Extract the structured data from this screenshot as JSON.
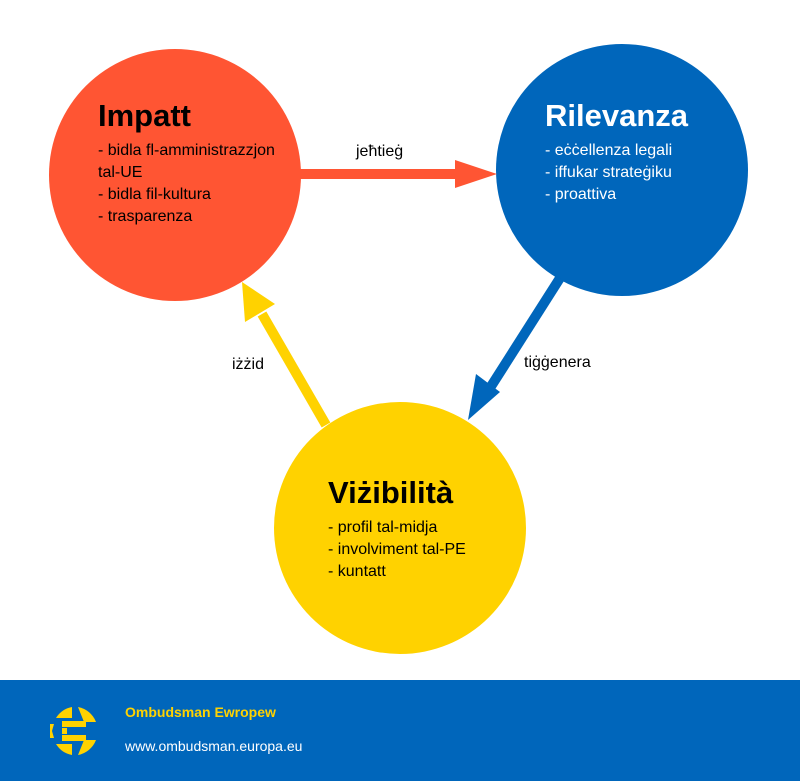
{
  "colors": {
    "impact": "#ff5533",
    "relevance": "#0066bb",
    "visibility": "#ffd200"
  },
  "nodes": {
    "impact": {
      "title": "Impatt",
      "items": [
        "- bidla fl-amministrazzjon",
        "tal-UE",
        "- bidla fil-kultura",
        "- trasparenza"
      ]
    },
    "relevance": {
      "title": "Rilevanza",
      "items": [
        "- eċċellenza legali",
        "- iffukar strateġiku",
        "- proattiva"
      ]
    },
    "visibility": {
      "title": "Viżibilità",
      "items": [
        "- profil tal-midja",
        "- involviment tal-PE",
        "- kuntatt"
      ]
    }
  },
  "edges": {
    "impact_relevance": "jeħtieġ",
    "relevance_visibility": "tiġġenera",
    "visibility_impact": "iżżid"
  },
  "footer": {
    "name": "Ombudsman Ewropew",
    "url": "www.ombudsman.europa.eu"
  }
}
